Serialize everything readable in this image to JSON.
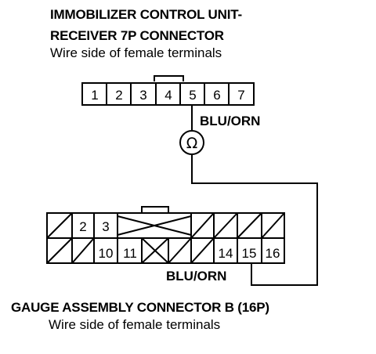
{
  "top_connector": {
    "title_line1": "IMMOBILIZER CONTROL UNIT-",
    "title_line2": "RECEIVER 7P CONNECTOR",
    "subtitle": "Wire side of female terminals",
    "pins": [
      "1",
      "2",
      "3",
      "4",
      "5",
      "6",
      "7"
    ]
  },
  "wire_label_top": "BLU/ORN",
  "ohmmeter_symbol": "Ω",
  "wire_label_bottom": "BLU/ORN",
  "bottom_connector": {
    "title": "GAUGE ASSEMBLY CONNECTOR B (16P)",
    "subtitle": "Wire side of female terminals",
    "row1_labels": [
      "2",
      "3"
    ],
    "row2_labels": [
      "10",
      "11",
      "14",
      "15",
      "16"
    ]
  }
}
